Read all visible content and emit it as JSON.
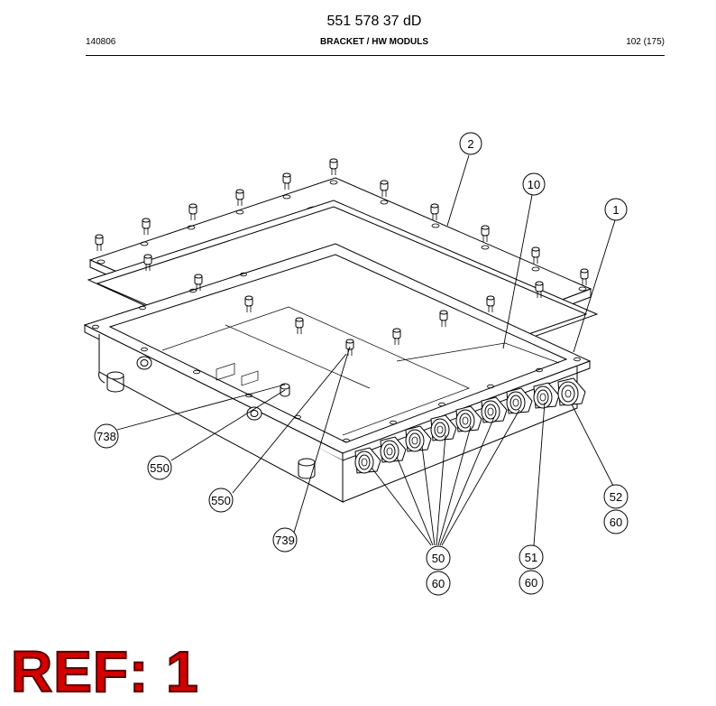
{
  "header": {
    "doc_number": "551 578 37 dD",
    "date_code": "140806",
    "title": "BRACKET / HW MODULS",
    "page": "102 (175)"
  },
  "callouts": {
    "c2": "2",
    "c10": "10",
    "c1": "1",
    "c738": "738",
    "c550a": "550",
    "c550b": "550",
    "c739": "739",
    "c50": "50",
    "c60a": "60",
    "c51": "51",
    "c60b": "60",
    "c52": "52",
    "c60c": "60"
  },
  "ref_badge": "REF: 1"
}
